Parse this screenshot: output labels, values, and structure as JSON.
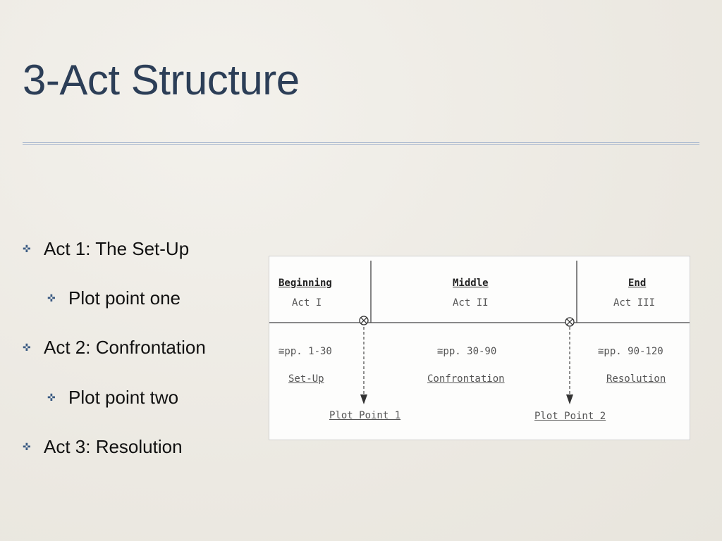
{
  "slide": {
    "title": "3-Act Structure"
  },
  "bullets": [
    {
      "marker": "✜",
      "text": "Act 1: The Set-Up",
      "level": 1
    },
    {
      "marker": "✜",
      "text": "Plot point one",
      "level": 2
    },
    {
      "marker": "✜",
      "text": "Act 2: Confrontation",
      "level": 1
    },
    {
      "marker": "✜",
      "text": "Plot point two",
      "level": 2
    },
    {
      "marker": "✜",
      "text": "Act 3: Resolution",
      "level": 1
    }
  ],
  "diagram": {
    "sections": [
      {
        "heading": "Beginning",
        "act": "Act I",
        "pages": "≅pp. 1-30",
        "label": "Set-Up"
      },
      {
        "heading": "Middle",
        "act": "Act II",
        "pages": "≅pp. 30-90",
        "label": "Confrontation"
      },
      {
        "heading": "End",
        "act": "Act III",
        "pages": "≅pp. 90-120",
        "label": "Resolution"
      }
    ],
    "plot_points": [
      {
        "label": "Plot Point 1"
      },
      {
        "label": "Plot Point 2"
      }
    ]
  },
  "colors": {
    "title": "#2c3e57",
    "marker": "#3a5a82",
    "rule": "#a9b8cf"
  }
}
